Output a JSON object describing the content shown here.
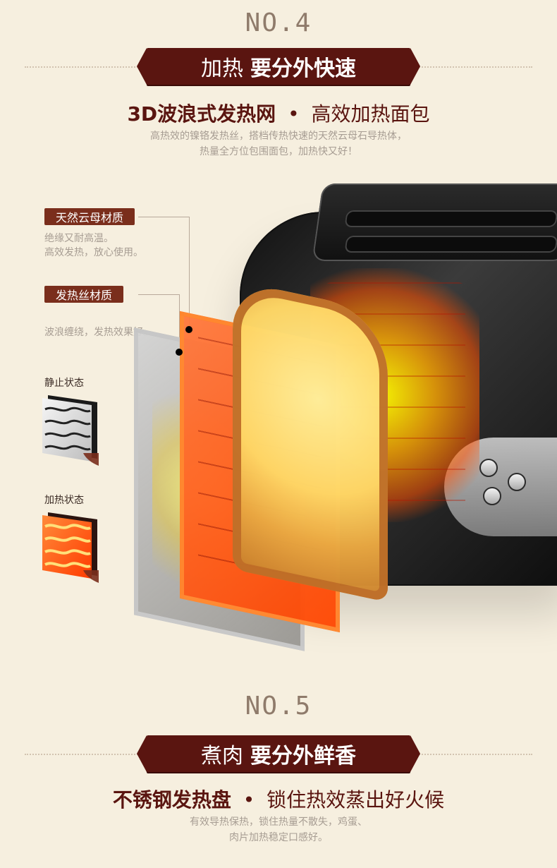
{
  "section4": {
    "no": "NO.4",
    "ribbon_light": "加热",
    "ribbon_bold": "要分外快速",
    "headline_bold": "3D波浪式发热网",
    "headline_bullet": "•",
    "headline_rest": "高效加热面包",
    "sub_line1": "高热效的镍铬发热丝，搭档传热快速的天然云母石导热体，",
    "sub_line2": "热量全方位包围面包，加热快又好！"
  },
  "callouts": {
    "mica_tag": "天然云母材质",
    "mica_desc_line1": "绝缘又耐高温。",
    "mica_desc_line2": "高效发热，放心使用。",
    "wire_tag": "发热丝材质",
    "wire_desc": "波浪缠绕，发热效果好。",
    "static_state": "静止状态",
    "heating_state": "加热状态"
  },
  "section5": {
    "no": "NO.5",
    "ribbon_light": "煮肉",
    "ribbon_bold": "要分外鲜香",
    "headline_bold": "不锈钢发热盘",
    "headline_bullet": "•",
    "headline_rest": "锁住热效蒸出好火候",
    "sub_line1": "有效导热保热，锁住热量不散失，鸡蛋、",
    "sub_line2": "肉片加热稳定口感好。"
  },
  "colors": {
    "background": "#f6efdf",
    "ribbon": "#5a1510",
    "tag": "#7a2e1c",
    "muted_text": "#a79d93"
  }
}
